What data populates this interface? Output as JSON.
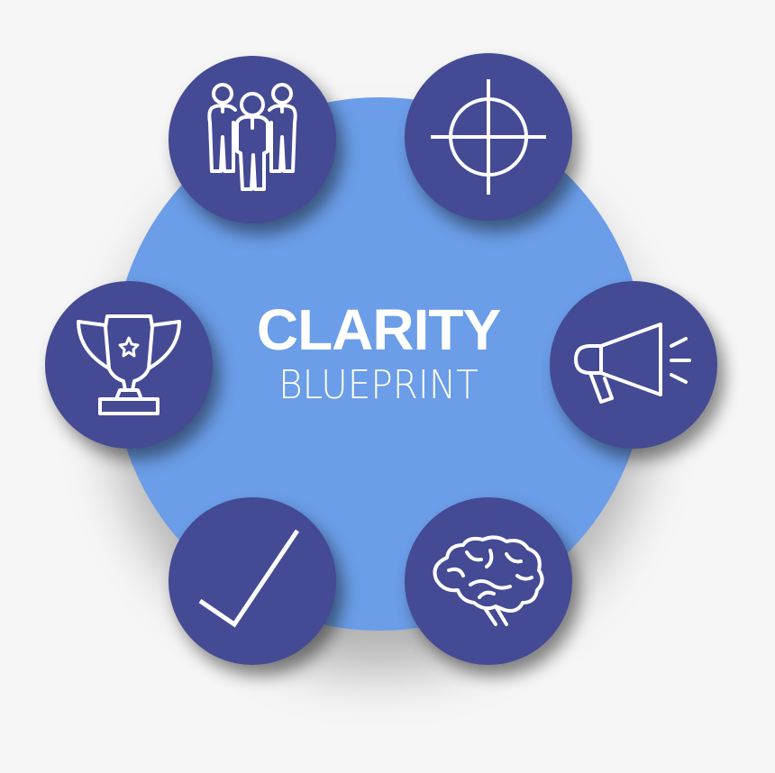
{
  "diagram": {
    "title": "CLARITY",
    "subtitle": "BLUEPRINT",
    "colors": {
      "background": "#f6f6f6",
      "center_circle": "#6b9de8",
      "node_circle": "#444a93",
      "icon_stroke": "#ffffff",
      "text": "#ffffff"
    },
    "nodes": [
      {
        "position": "top-left",
        "icon": "people-team-icon"
      },
      {
        "position": "top-right",
        "icon": "crosshair-target-icon"
      },
      {
        "position": "left",
        "icon": "trophy-icon"
      },
      {
        "position": "right",
        "icon": "megaphone-icon"
      },
      {
        "position": "bottom-left",
        "icon": "checkmark-icon"
      },
      {
        "position": "bottom-right",
        "icon": "brain-icon"
      }
    ]
  }
}
